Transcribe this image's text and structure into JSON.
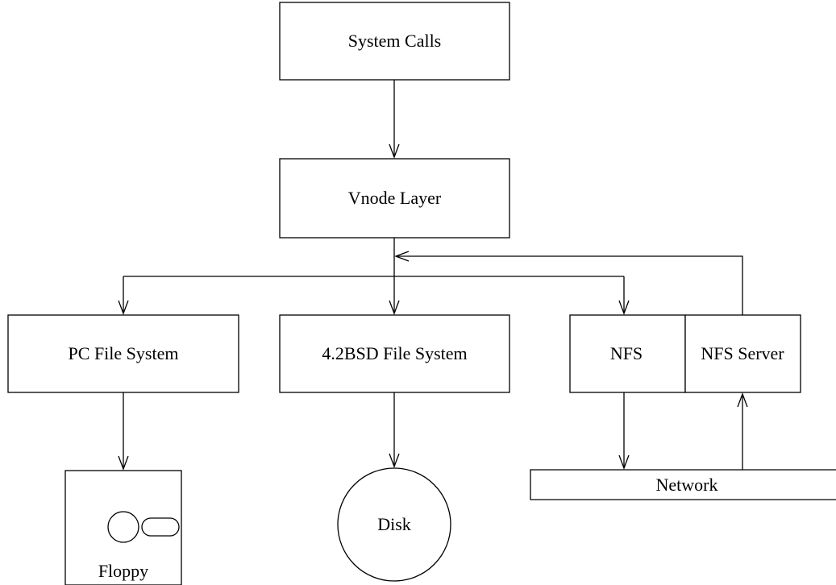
{
  "nodes": {
    "system_calls": "System Calls",
    "vnode_layer": "Vnode Layer",
    "pc_fs": "PC File System",
    "bsd_fs": "4.2BSD File System",
    "nfs": "NFS",
    "nfs_server": "NFS Server",
    "network": "Network",
    "disk": "Disk",
    "floppy": "Floppy"
  }
}
